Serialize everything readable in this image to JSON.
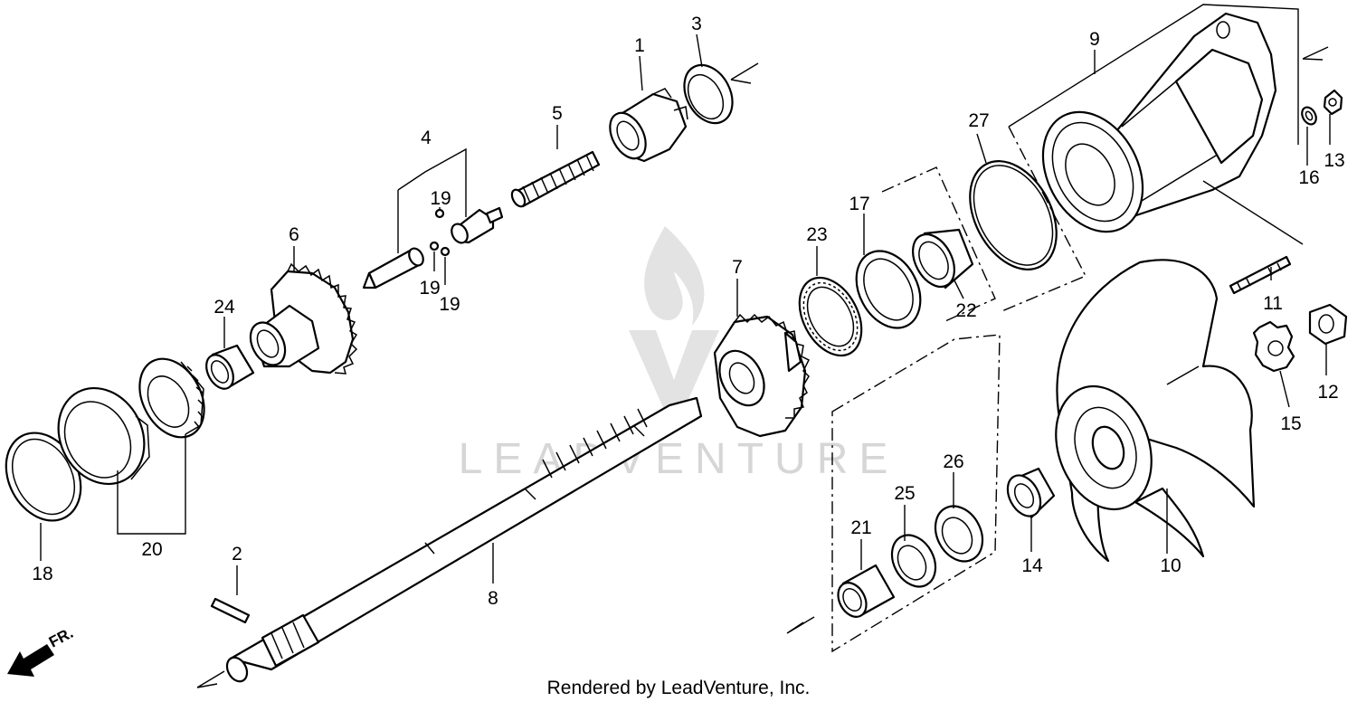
{
  "watermark": "LEADVENTURE",
  "credit": "Rendered by LeadVenture, Inc.",
  "direction_label": "FR.",
  "callouts": [
    {
      "id": "c1",
      "label": "1"
    },
    {
      "id": "c2",
      "label": "2"
    },
    {
      "id": "c3",
      "label": "3"
    },
    {
      "id": "c4",
      "label": "4"
    },
    {
      "id": "c5",
      "label": "5"
    },
    {
      "id": "c6",
      "label": "6"
    },
    {
      "id": "c7",
      "label": "7"
    },
    {
      "id": "c8",
      "label": "8"
    },
    {
      "id": "c9",
      "label": "9"
    },
    {
      "id": "c10",
      "label": "10"
    },
    {
      "id": "c11",
      "label": "11"
    },
    {
      "id": "c12",
      "label": "12"
    },
    {
      "id": "c13",
      "label": "13"
    },
    {
      "id": "c14",
      "label": "14"
    },
    {
      "id": "c15",
      "label": "15"
    },
    {
      "id": "c16",
      "label": "16"
    },
    {
      "id": "c17",
      "label": "17"
    },
    {
      "id": "c18",
      "label": "18"
    },
    {
      "id": "c19a",
      "label": "19"
    },
    {
      "id": "c19b",
      "label": "19"
    },
    {
      "id": "c19c",
      "label": "19"
    },
    {
      "id": "c20",
      "label": "20"
    },
    {
      "id": "c21",
      "label": "21"
    },
    {
      "id": "c22",
      "label": "22"
    },
    {
      "id": "c23",
      "label": "23"
    },
    {
      "id": "c24",
      "label": "24"
    },
    {
      "id": "c25",
      "label": "25"
    },
    {
      "id": "c26",
      "label": "26"
    },
    {
      "id": "c27",
      "label": "27"
    }
  ]
}
